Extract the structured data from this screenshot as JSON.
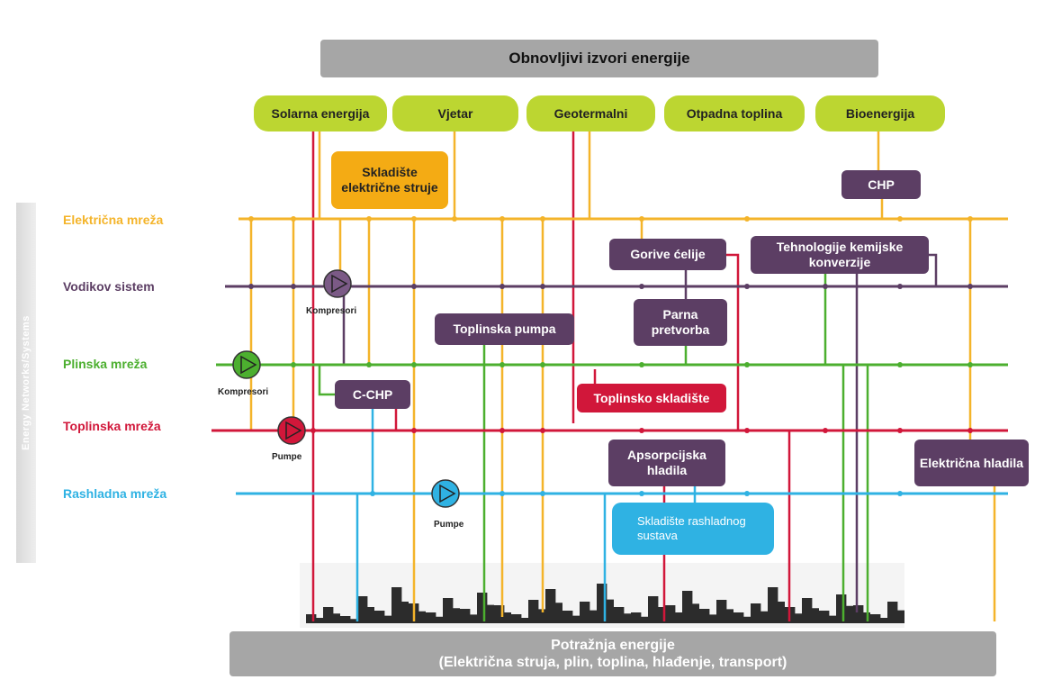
{
  "header": {
    "title": "Obnovljivi izvori energije"
  },
  "sources": [
    "Solarna energija",
    "Vjetar",
    "Geotermalni",
    "Otpadna toplina",
    "Bioenergija"
  ],
  "networks": {
    "electric": "Električna mreža",
    "hydrogen": "Vodikov sistem",
    "gas": "Plinska mreža",
    "heat": "Toplinska mreža",
    "cooling": "Rashladna mreža"
  },
  "sidebar_text": "Energy Networks/Systems",
  "components": {
    "electricity_storage": "Skladište električne struje",
    "chp": "CHP",
    "fuel_cells": "Gorive ćelije",
    "chem_conversion": "Tehnologije kemijske konverzije",
    "heat_pump": "Toplinska pumpa",
    "steam_conversion": "Parna pretvorba",
    "c_chp": "C-CHP",
    "heat_storage": "Toplinsko skladište",
    "absorption_chillers": "Apsorpcijska hladila",
    "electric_chillers": "Električna hladila",
    "cooling_storage": "Skladište rashladnog sustava"
  },
  "device_labels": {
    "compressor_h2": "Kompresori",
    "compressor_gas": "Kompresori",
    "pumps_heat": "Pumpe",
    "pumps_cooling": "Pumpe"
  },
  "footer": {
    "title": "Potražnja energije",
    "subtitle": "(Električna struja, plin, toplina, hlađenje, transport)"
  },
  "colors": {
    "electric": "#f4b42a",
    "hydrogen": "#5c3e64",
    "gas": "#4caf2f",
    "heat": "#d1173a",
    "cooling": "#2fb2e3",
    "source_green": "#bcd631",
    "grey": "#a6a6a6"
  }
}
